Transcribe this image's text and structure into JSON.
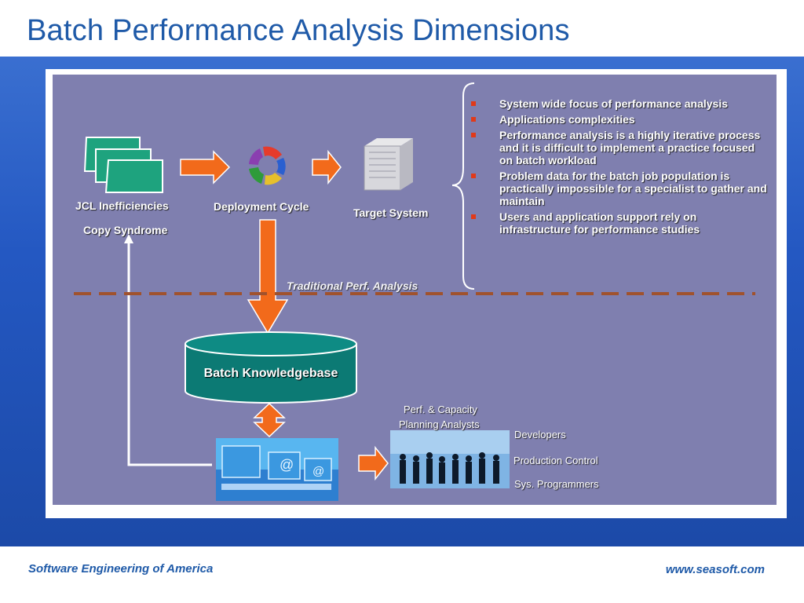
{
  "title": "Batch Performance Analysis Dimensions",
  "labels": {
    "jcl": "JCL Inefficiencies",
    "copy": "Copy Syndrome",
    "deploy": "Deployment Cycle",
    "target": "Target System",
    "knowledgebase": "Batch Knowledgebase",
    "traditional": "Traditional Perf. Analysis",
    "analysts_line1": "Perf. & Capacity",
    "analysts_line2": "Planning Analysts",
    "developers": "Developers",
    "production": "Production Control",
    "sysprog": "Sys. Programmers"
  },
  "bullets": [
    "System wide focus of performance analysis",
    "Applications complexities",
    "Performance analysis is a  highly iterative process and it is difficult  to implement a practice focused on batch workload",
    "Problem data for the batch  job population is practically impossible for a specialist to gather and maintain",
    "Users and application support rely on infrastructure for performance studies"
  ],
  "footer": {
    "left": "Software Engineering of America",
    "right": "www.seasoft.com"
  },
  "colors": {
    "title": "#1f5aa8",
    "panel": "#7f7faf",
    "band": "#2458c2",
    "arrow": "#f26a1b",
    "teal": "#0c7a74",
    "bullet": "#e03a1a"
  },
  "icons": {
    "docs": "jcl-documents-icon",
    "cycle": "deployment-cycle-icon",
    "server": "server-icon",
    "computers": "computers-icon",
    "people": "people-silhouettes-icon"
  }
}
